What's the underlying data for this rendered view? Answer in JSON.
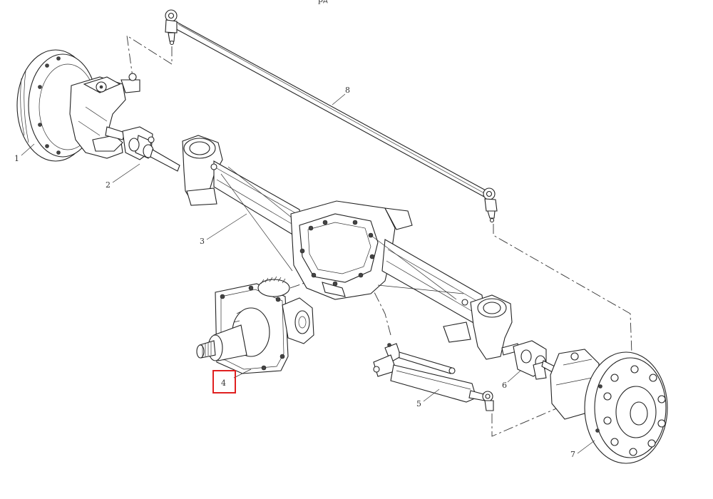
{
  "diagram": {
    "caption_fragment": "pд",
    "callouts": [
      {
        "id": "1",
        "label": "1"
      },
      {
        "id": "2",
        "label": "2"
      },
      {
        "id": "3",
        "label": "3"
      },
      {
        "id": "4",
        "label": "4"
      },
      {
        "id": "5",
        "label": "5"
      },
      {
        "id": "6",
        "label": "6"
      },
      {
        "id": "7",
        "label": "7"
      },
      {
        "id": "8",
        "label": "8"
      }
    ],
    "highlighted_callout": "4",
    "highlight_color": "#e02020"
  }
}
